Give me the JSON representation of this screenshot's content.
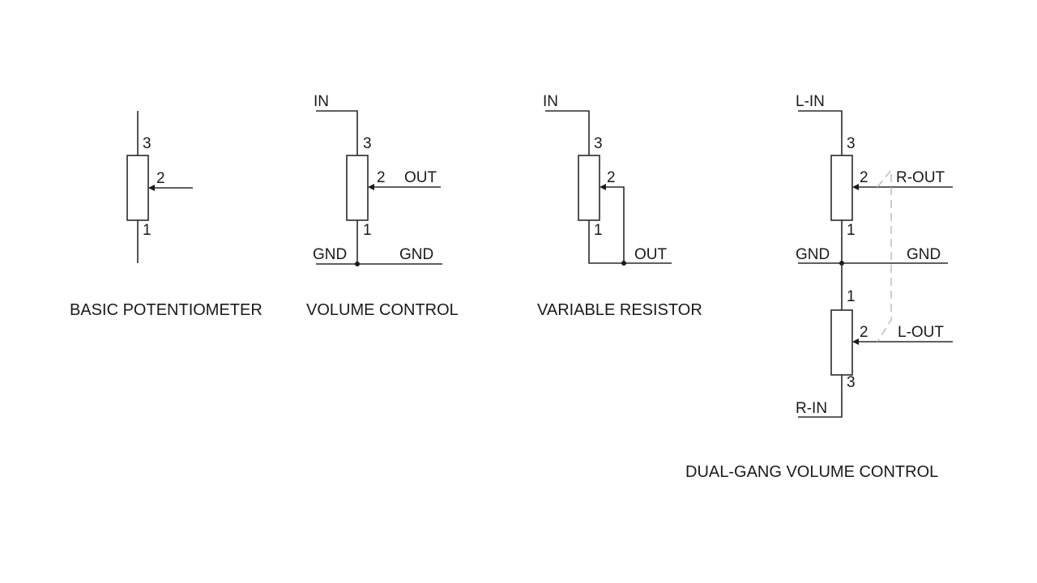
{
  "basic_potentiometer": {
    "caption": "BASIC POTENTIOMETER",
    "pin3": "3",
    "pin2": "2",
    "pin1": "1"
  },
  "volume_control": {
    "caption": "VOLUME CONTROL",
    "in_label": "IN",
    "out_label": "OUT",
    "gnd_left": "GND",
    "gnd_right": "GND",
    "pin3": "3",
    "pin2": "2",
    "pin1": "1"
  },
  "variable_resistor": {
    "caption": "VARIABLE RESISTOR",
    "in_label": "IN",
    "out_label": "OUT",
    "pin3": "3",
    "pin2": "2",
    "pin1": "1"
  },
  "dual_gang": {
    "caption": "DUAL-GANG VOLUME CONTROL",
    "l_in": "L-IN",
    "r_out": "R-OUT",
    "gnd_left": "GND",
    "gnd_right": "GND",
    "l_out": "L-OUT",
    "r_in": "R-IN",
    "upper_pin3": "3",
    "upper_pin2": "2",
    "upper_pin1": "1",
    "lower_pin1": "1",
    "lower_pin2": "2",
    "lower_pin3": "3"
  },
  "colors": {
    "line": "#2a2a2a",
    "gang_link": "#b8b8b8",
    "background": "#ffffff"
  }
}
